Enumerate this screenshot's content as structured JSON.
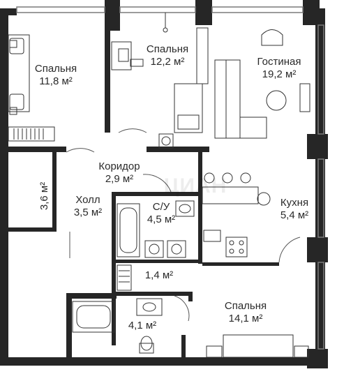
{
  "rooms": {
    "bedroom_nw": {
      "name": "Спальня",
      "area": "11,8 м²"
    },
    "bedroom_n": {
      "name": "Спальня",
      "area": "12,2 м²"
    },
    "living": {
      "name": "Гостиная",
      "area": "19,2 м²"
    },
    "corridor": {
      "name": "Коридор",
      "area": "2,9 м²"
    },
    "closet": {
      "area": "3,6 м²"
    },
    "hall": {
      "name": "Холл",
      "area": "3,5 м²"
    },
    "bathroom": {
      "name": "С/У",
      "area": "4,5 м²"
    },
    "kitchen": {
      "name": "Кухня",
      "area": "5,4 м²"
    },
    "storage": {
      "area": "1,4 м²"
    },
    "bathroom_2": {
      "area": "4,1 м²"
    },
    "bedroom_s": {
      "name": "Спальня",
      "area": "14,1 м²"
    }
  },
  "colors": {
    "wall": "#262626",
    "line": "#333333",
    "window": "#7a7a7a"
  }
}
